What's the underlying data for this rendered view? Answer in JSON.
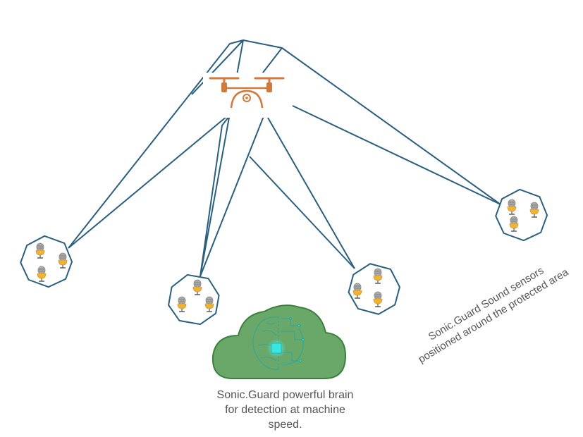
{
  "brain_caption": {
    "line1": "Sonic.Guard powerful brain",
    "line2": "for detection at machine",
    "line3": "speed."
  },
  "sensors_caption": {
    "line1": "Sonic.Guard Sound sensors",
    "line2": "positioned around the protected area"
  },
  "colors": {
    "link_line": "#2a5f7e",
    "drone": "#d07a3e",
    "cloud_fill": "#6aa86a",
    "cloud_stroke": "#3d7f3d",
    "chip": "#39e6e0",
    "octagon_stroke": "#2a5f7e",
    "mic_head": "#a9a9a9",
    "mic_base": "#f2b233"
  },
  "icons": [
    "drone-icon",
    "sensor-cluster-icon",
    "microphone-icon",
    "cloud-brain-icon"
  ]
}
